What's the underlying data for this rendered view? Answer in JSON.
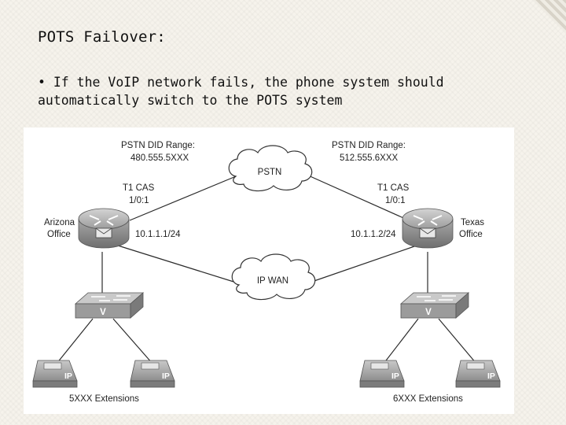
{
  "slide": {
    "title": "POTS Failover:",
    "bullet_marker": "•",
    "bullet_text": "If the VoIP network fails, the phone system should automatically switch to the POTS system"
  },
  "diagram": {
    "clouds": {
      "pstn": "PSTN",
      "ip_wan": "IP WAN"
    },
    "left_site": {
      "did_heading": "PSTN DID Range:",
      "did_range": "480.555.5XXX",
      "trunk_type": "T1 CAS",
      "trunk_port": "1/0:1",
      "office_line1": "Arizona",
      "office_line2": "Office",
      "ip_address": "10.1.1.1/24",
      "switch_label": "V",
      "phone_label": "IP",
      "extensions": "5XXX Extensions"
    },
    "right_site": {
      "did_heading": "PSTN DID Range:",
      "did_range": "512.555.6XXX",
      "trunk_type": "T1 CAS",
      "trunk_port": "1/0:1",
      "office_line1": "Texas",
      "office_line2": "Office",
      "ip_address": "10.1.1.2/24",
      "switch_label": "V",
      "phone_label": "IP",
      "extensions": "6XXX Extensions"
    },
    "colors": {
      "device_body": "#a9a9a9",
      "device_dark": "#6e6e6e",
      "link_line": "#2b2b2b"
    }
  }
}
